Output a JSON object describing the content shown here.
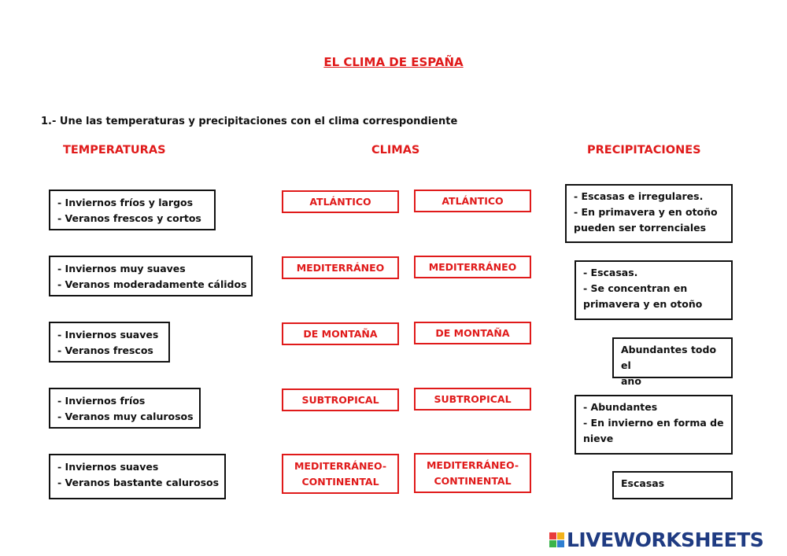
{
  "title": "EL CLIMA DE ESPAÑA",
  "instruction": "1.- Une las temperaturas y precipitaciones con el clima correspondiente",
  "headers": {
    "temperaturas": "TEMPERATURAS",
    "climas": "CLIMAS",
    "precipitaciones": "PRECIPITACIONES"
  },
  "temperaturas": [
    {
      "lines": [
        "- Inviernos fríos y largos",
        "- Veranos frescos y cortos"
      ]
    },
    {
      "lines": [
        "- Inviernos muy suaves",
        "- Veranos moderadamente cálidos"
      ]
    },
    {
      "lines": [
        "- Inviernos suaves",
        "- Veranos frescos"
      ]
    },
    {
      "lines": [
        "- Inviernos fríos",
        "- Veranos muy calurosos"
      ]
    },
    {
      "lines": [
        "- Inviernos suaves",
        "- Veranos bastante calurosos"
      ]
    }
  ],
  "climas_left": [
    {
      "lines": [
        "ATLÁNTICO"
      ]
    },
    {
      "lines": [
        "MEDITERRÁNEO"
      ]
    },
    {
      "lines": [
        "DE MONTAÑA"
      ]
    },
    {
      "lines": [
        "SUBTROPICAL"
      ]
    },
    {
      "lines": [
        "MEDITERRÁNEO-",
        "CONTINENTAL"
      ]
    }
  ],
  "climas_right": [
    {
      "lines": [
        "ATLÁNTICO"
      ]
    },
    {
      "lines": [
        "MEDITERRÁNEO"
      ]
    },
    {
      "lines": [
        "DE MONTAÑA"
      ]
    },
    {
      "lines": [
        "SUBTROPICAL"
      ]
    },
    {
      "lines": [
        "MEDITERRÁNEO-",
        "CONTINENTAL"
      ]
    }
  ],
  "precipitaciones": [
    {
      "lines": [
        "- Escasas e irregulares.",
        "- En primavera y en otoño",
        "pueden ser torrenciales"
      ]
    },
    {
      "lines": [
        "- Escasas.",
        "- Se concentran en",
        "primavera y en otoño"
      ]
    },
    {
      "lines": [
        "Abundantes todo el",
        "año"
      ]
    },
    {
      "lines": [
        "- Abundantes",
        "- En invierno en forma de",
        "nieve"
      ]
    },
    {
      "lines": [
        "Escasas"
      ]
    }
  ],
  "logo": {
    "text": "LIVEWORKSHEETS",
    "colors": [
      "#e83b3b",
      "#f2b21c",
      "#3ab34a",
      "#2f7fd1"
    ]
  }
}
